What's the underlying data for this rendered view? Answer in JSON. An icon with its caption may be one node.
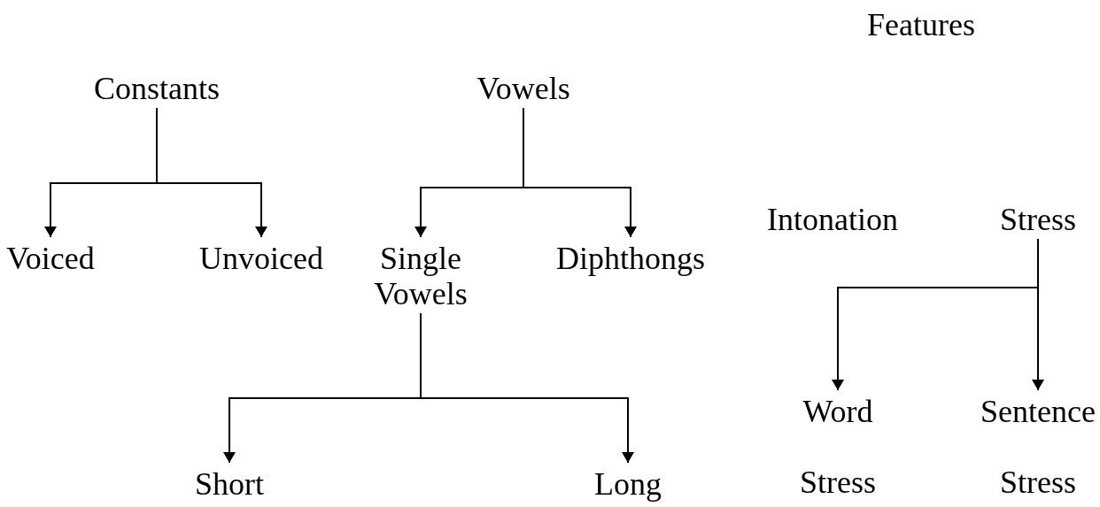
{
  "diagram": {
    "nodes": [
      {
        "text": [
          "Constants"
        ]
      },
      {
        "text": [
          "Vowels"
        ]
      },
      {
        "text": [
          "Voiced"
        ]
      },
      {
        "text": [
          "Unvoiced"
        ]
      },
      {
        "text": [
          "Single Vowels"
        ]
      },
      {
        "text": [
          "Diphthongs"
        ]
      },
      {
        "text": [
          "Stress"
        ]
      },
      {
        "text": [
          "Short"
        ]
      },
      {
        "text": [
          "Long"
        ]
      },
      {
        "text": [
          "Word"
        ],
        "beside": [
          "Stress"
        ]
      },
      {
        "text": [
          "Sentence"
        ],
        "beside": [
          "Stress"
        ]
      }
    ],
    "edges": [
      {
        "from": 0,
        "to": 2,
        "arrow": "to"
      },
      {
        "from": 0,
        "to": 3,
        "arrow": "to"
      },
      {
        "from": 1,
        "to": 4,
        "arrow": "to"
      },
      {
        "from": 1,
        "to": 5,
        "arrow": "to"
      },
      {
        "from": 4,
        "to": 7,
        "arrow": "to"
      },
      {
        "from": 4,
        "to": 8,
        "arrow": "to"
      },
      {
        "from": 6,
        "to": 9,
        "arrow": "to"
      },
      {
        "from": 6,
        "to": 10,
        "arrow": "to"
      }
    ],
    "labels": [
      "Features",
      "Intonation"
    ]
  }
}
